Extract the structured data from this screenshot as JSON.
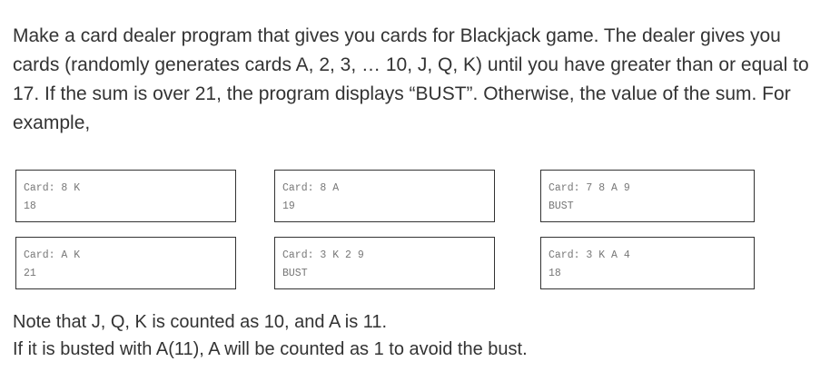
{
  "intro": "Make a card dealer program that gives you cards for Blackjack game. The dealer gives you cards (randomly generates cards A, 2, 3, … 10, J, Q, K) until you have greater than or equal to 17. If the sum is over 21, the program displays “BUST”. Otherwise, the value of the sum. For example,",
  "examples": [
    {
      "cards": "Card: 8 K",
      "result": "18"
    },
    {
      "cards": "Card: 8 A",
      "result": "19"
    },
    {
      "cards": "Card: 7 8 A 9",
      "result": "BUST"
    },
    {
      "cards": "Card: A K",
      "result": "21"
    },
    {
      "cards": "Card: 3 K 2 9",
      "result": "BUST"
    },
    {
      "cards": "Card: 3 K A 4",
      "result": "18"
    }
  ],
  "notes": [
    "Note that J, Q, K is counted as 10, and A is 11.",
    "If it is busted with A(11), A will be counted as 1 to avoid the bust."
  ]
}
